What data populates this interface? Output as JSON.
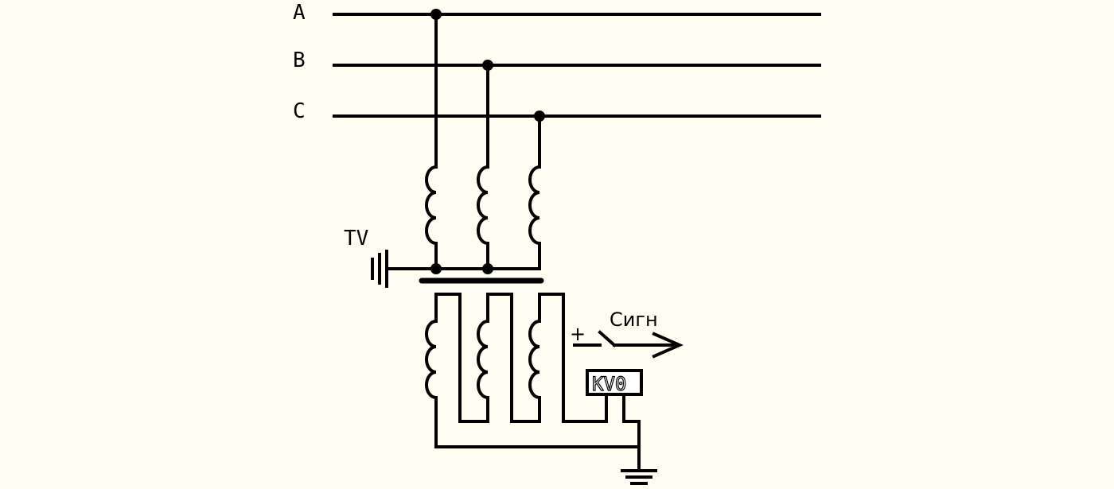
{
  "diagram": {
    "phases": [
      {
        "label": "A"
      },
      {
        "label": "B"
      },
      {
        "label": "C"
      }
    ],
    "transformer_label": "TV",
    "relay_label": "KV0",
    "signal_label": "Сигн",
    "plus_label": "+"
  }
}
